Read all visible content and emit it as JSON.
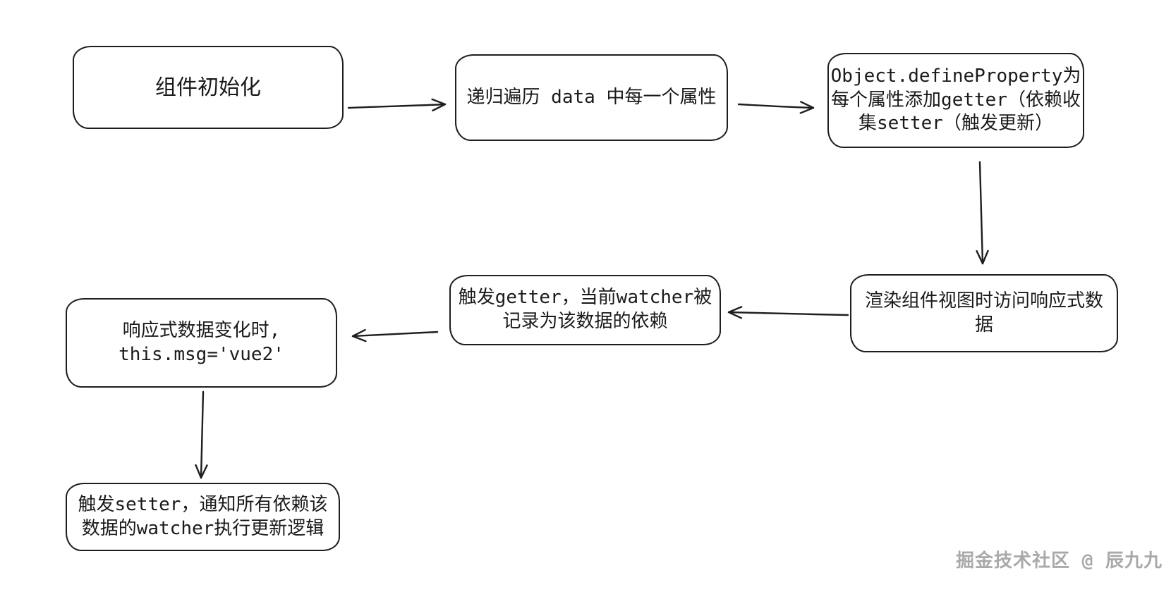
{
  "canvas": {
    "background": "#ffffff",
    "ink_color": "#1e1e1e",
    "watermark_color": "#a9a9a9"
  },
  "nodes": {
    "init": {
      "lines": [
        "组件初始化"
      ]
    },
    "traverse": {
      "lines": [
        "递归遍历 data 中每一个属性"
      ]
    },
    "define_property": {
      "lines": [
        "Object.defineProperty为",
        "每个属性添加getter（依赖收",
        "集setter（触发更新）"
      ]
    },
    "render_view": {
      "lines": [
        "渲染组件视图时访问响应式数",
        "据"
      ]
    },
    "trigger_getter": {
      "lines": [
        "触发getter，当前watcher被",
        "记录为该数据的依赖"
      ]
    },
    "data_change": {
      "lines": [
        "响应式数据变化时,",
        "this.msg='vue2'"
      ]
    },
    "trigger_setter": {
      "lines": [
        "触发setter，通知所有依赖该",
        "数据的watcher执行更新逻辑"
      ]
    }
  },
  "watermark": {
    "text": "掘金技术社区 @ 辰九九"
  }
}
